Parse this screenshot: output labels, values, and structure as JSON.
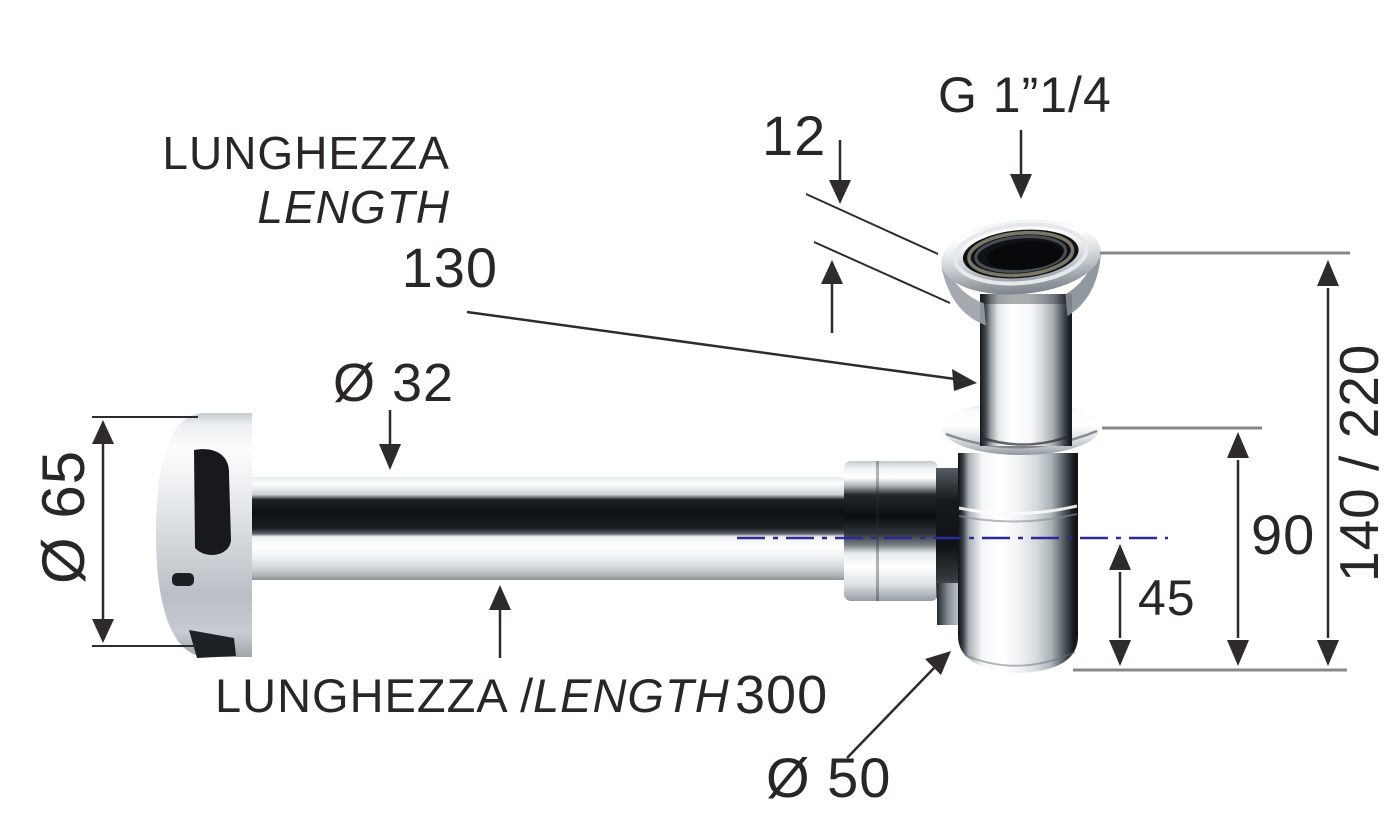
{
  "labels": {
    "top_length_it": "LUNGHEZZA",
    "top_length_en": "LENGTH",
    "bottom_length_it": "LUNGHEZZA /",
    "bottom_length_en": "LENGTH"
  },
  "dimensions": {
    "inlet_offset": "130",
    "rim_height": "12",
    "thread_size": "G 1”1/4",
    "tube_diameter": "Ø 32",
    "flange_diameter": "Ø 65",
    "overall_height": "140 / 220",
    "body_top_height": "90",
    "outlet_depth": "45",
    "tube_length": "300",
    "body_diameter": "Ø 50"
  },
  "colors": {
    "ink": "#2a2627",
    "centerline_blue": "#2b2b9b",
    "extension_gray": "#85898d"
  }
}
